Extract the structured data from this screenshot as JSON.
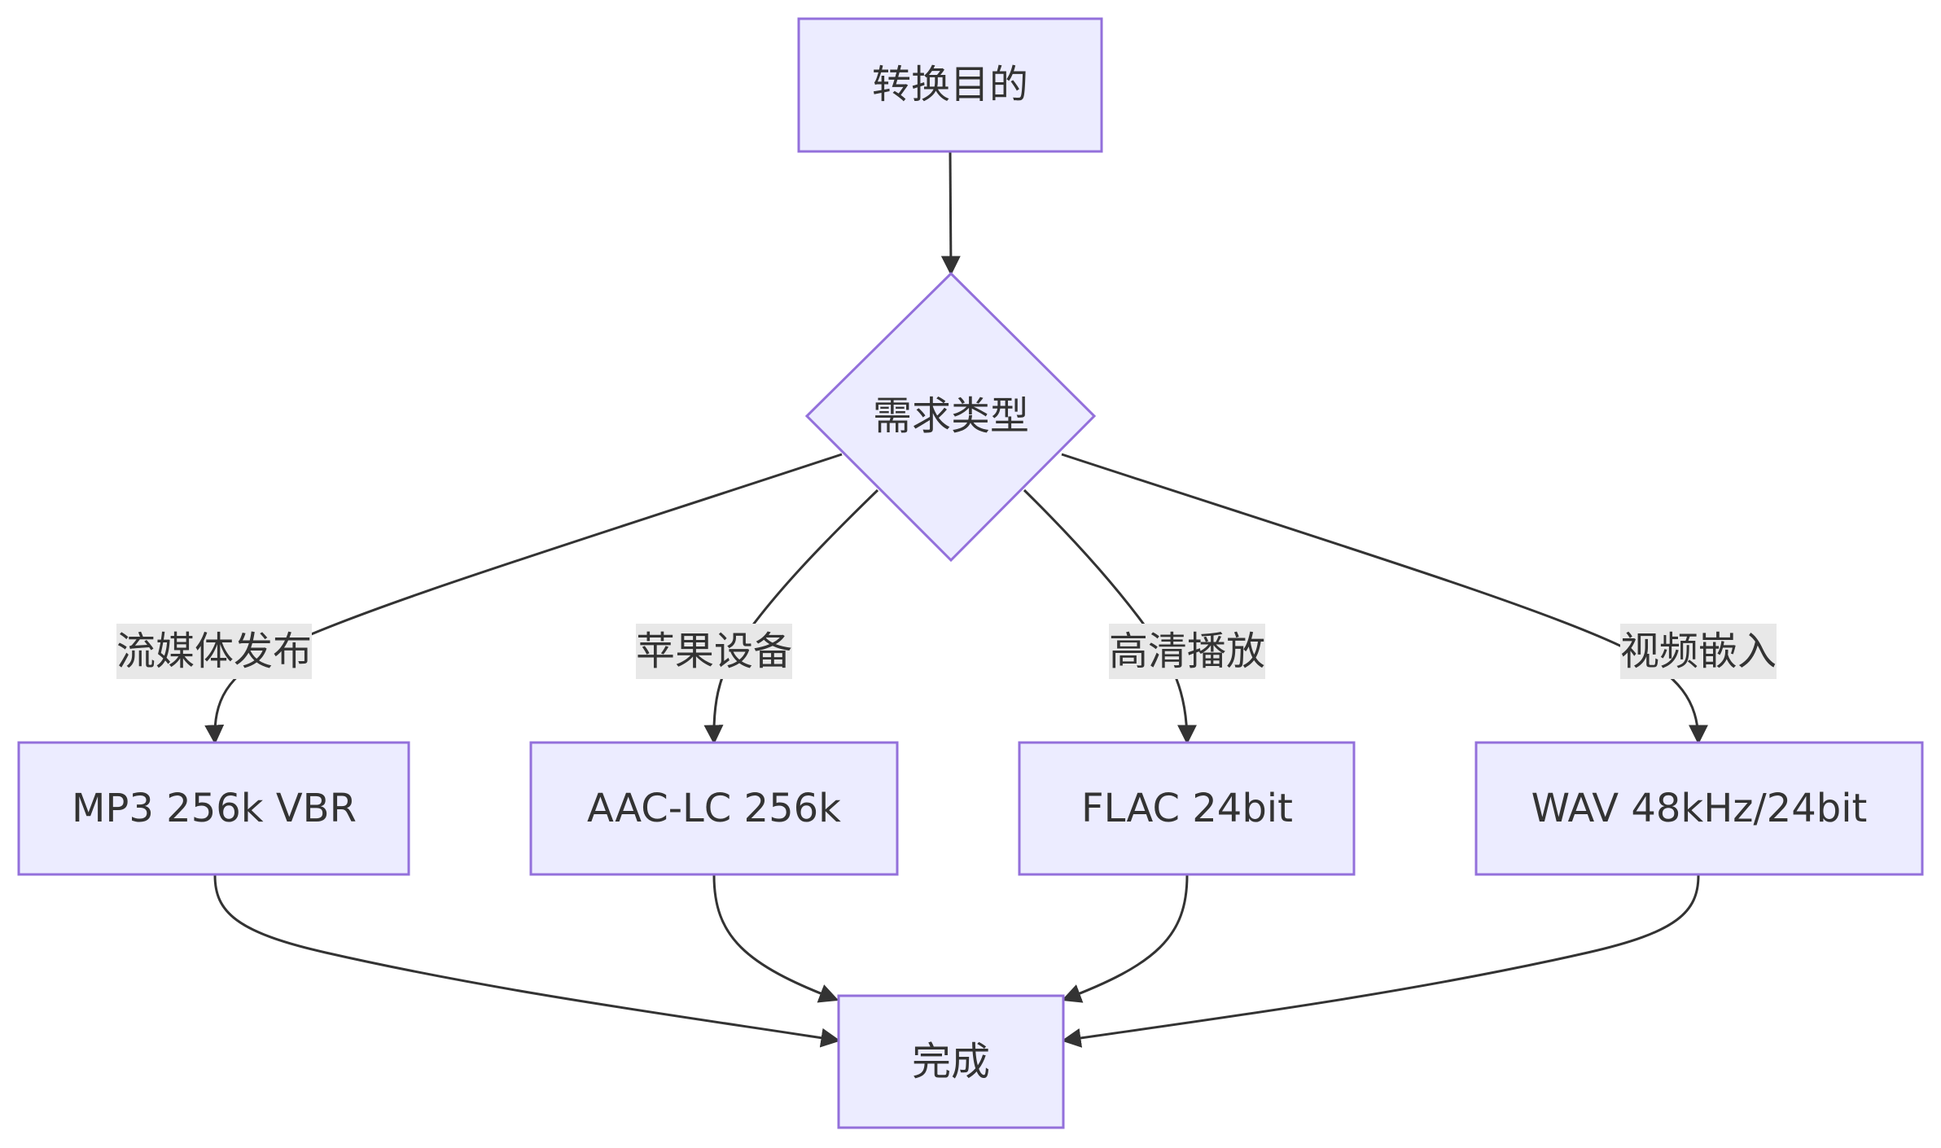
{
  "nodes": {
    "purpose": "转换目的",
    "decision": "需求类型",
    "mp3": "MP3 256k VBR",
    "aac": "AAC-LC 256k",
    "flac": "FLAC 24bit",
    "wav": "WAV 48kHz/24bit",
    "done": "完成"
  },
  "edges": {
    "streaming": "流媒体发布",
    "apple": "苹果设备",
    "hd": "高清播放",
    "video": "视频嵌入"
  },
  "colors": {
    "node_fill": "#ECECFF",
    "node_stroke": "#9370DB",
    "line": "#333333",
    "label_bg": "#E8E8E8"
  }
}
